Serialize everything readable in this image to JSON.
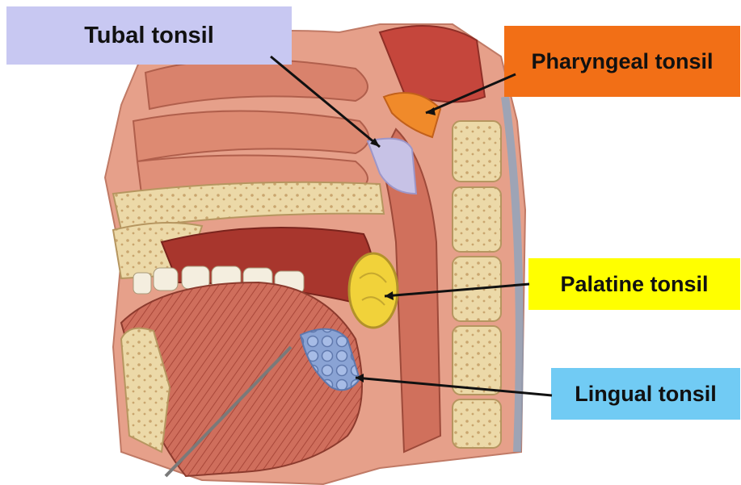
{
  "labels": {
    "tubal": {
      "text": "Tubal tonsil",
      "color": "#c8c8f2"
    },
    "pharyngeal": {
      "text": "Pharyngeal tonsil",
      "color": "#f26f16"
    },
    "palatine": {
      "text": "Palatine tonsil",
      "color": "#ffff00"
    },
    "lingual": {
      "text": "Lingual tonsil",
      "color": "#71cbf4"
    }
  },
  "colors": {
    "tissue": "#e0917a",
    "bone": "#ecd9a8",
    "muscle": "#c85a4a",
    "tubal_tonsil": "#c7c2e6",
    "pharyngeal_tonsil": "#f08a2a",
    "palatine_tonsil": "#f1d23a",
    "lingual_tonsil": "#88a4d6"
  }
}
